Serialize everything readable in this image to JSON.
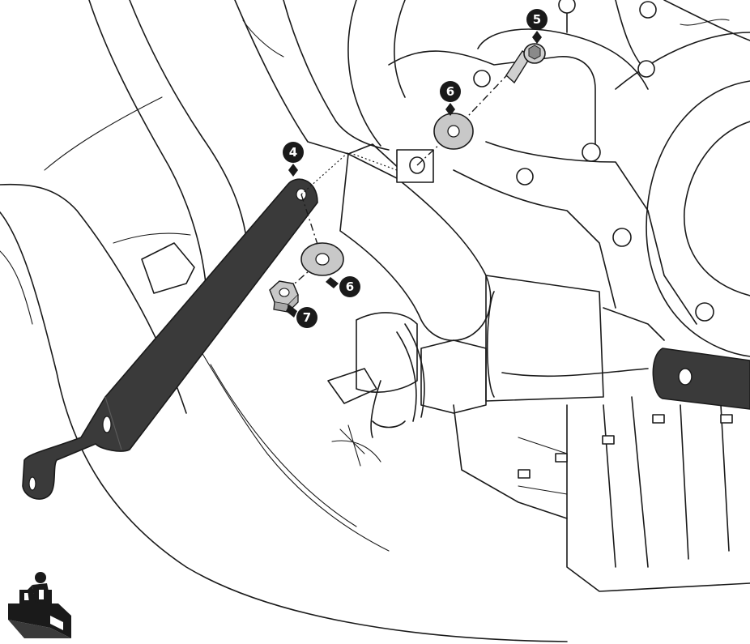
{
  "diagram": {
    "colors": {
      "line": "#1a1a1a",
      "bracket": "#3a3a3a",
      "washer": "#c8c8c8",
      "marker": "#1a1a1a",
      "marker_text": "#ffffff"
    },
    "callouts": [
      {
        "id": "bracket",
        "label": "4"
      },
      {
        "id": "bolt",
        "label": "5"
      },
      {
        "id": "upper-washer",
        "label": "6"
      },
      {
        "id": "lower-washer",
        "label": "6"
      },
      {
        "id": "nut",
        "label": "7"
      }
    ],
    "icon": "workbench-mechanic-icon"
  }
}
